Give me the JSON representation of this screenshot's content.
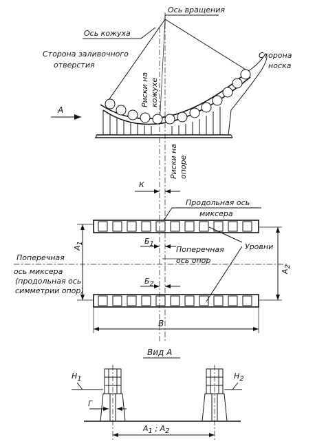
{
  "labels": {
    "rotation_axis": "Ось вращения",
    "shell_axis": "Ось кожуха",
    "pour_side_line1": "Сторона заливочного",
    "pour_side_line2": "отверстия",
    "nose_side_line1": "Сторона",
    "nose_side_line2": "носка",
    "marks_on_shell_line1": "Риски на",
    "marks_on_shell_line2": "кожухе",
    "marks_on_support_line1": "Риски на",
    "marks_on_support_line2": "опоре",
    "view_arrow": "А",
    "k": "К",
    "longitudinal_axis_line1": "Продольная ось",
    "longitudinal_axis_line2": "миксера",
    "b1": "Б",
    "b1_sub": "1",
    "transverse_support_line1": "Поперечная",
    "transverse_support_line2": "ось опор",
    "levels": "Уровни",
    "a1": "А",
    "a1_sub": "1",
    "a2": "А",
    "a2_sub": "2",
    "transverse_mixer_line1": "Поперечная",
    "transverse_mixer_line2": "ось миксера",
    "transverse_mixer_line3": "(продольная ось",
    "transverse_mixer_line4": "симметрии опор)",
    "b2": "Б",
    "b2_sub": "2",
    "v": "В",
    "view_a_title": "Вид А",
    "h1": "Н",
    "h1_sub": "1",
    "h2": "Н",
    "h2_sub": "2",
    "g": "Г",
    "a1_a2": "А",
    "a1_a2_sub1": "1",
    "a1_a2_sep": " ; А",
    "a1_a2_sub2": "2"
  }
}
